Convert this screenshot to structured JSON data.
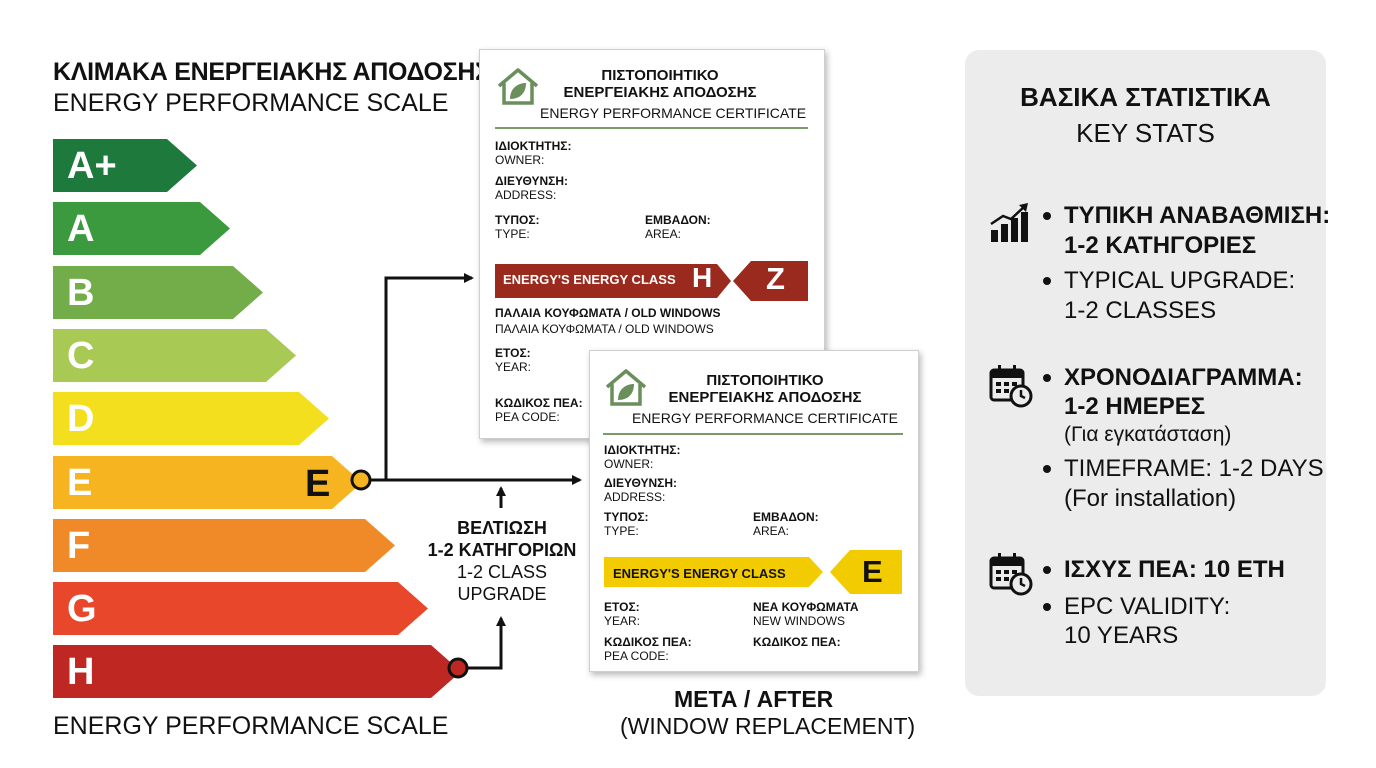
{
  "scale": {
    "title_gr": "ΚΛΙΜΑΚΑ ΕΝΕΡΓΕΙΑΚΗΣ ΑΠΟΔΟΣΗΣ",
    "title_en": "ENERGY PERFORMANCE SCALE",
    "footer_en": "ENERGY PERFORMANCE SCALE",
    "marker_letter": "E",
    "bands": [
      {
        "label": "A+",
        "color": "#1e7a3c"
      },
      {
        "label": "A",
        "color": "#3c9a3e"
      },
      {
        "label": "B",
        "color": "#72ad4a"
      },
      {
        "label": "C",
        "color": "#a8c954"
      },
      {
        "label": "D",
        "color": "#f4df1e"
      },
      {
        "label": "E",
        "color": "#f6b421"
      },
      {
        "label": "F",
        "color": "#f08a28"
      },
      {
        "label": "G",
        "color": "#e8472b"
      },
      {
        "label": "H",
        "color": "#bf2722"
      }
    ]
  },
  "improvement": {
    "line1": "ΒΕΛΤΙΩΣΗ",
    "line2": "1-2 ΚΑΤΗΓΟΡΙΩΝ",
    "line3": "1-2 CLASS",
    "line4": "UPGRADE"
  },
  "cert_before": {
    "title1": "ΠΙΣΤΟΠΟΙΗΤΙΚΟ",
    "title2": "ΕΝΕΡΓΕΙΑΚΗΣ ΑΠΟΔΟΣΗΣ",
    "subtitle": "ENERGY PERFORMANCE CERTIFICATE",
    "owner_gr": "ΙΔΙΟΚΤΗΤΗΣ:",
    "owner_en": "OWNER:",
    "address_gr": "ΔΙΕΥΘΥΝΣΗ:",
    "address_en": "ADDRESS:",
    "type_gr": "ΤΥΠΟΣ:",
    "type_en": "TYPE:",
    "area_gr": "ΕΜΒΑΔΟΝ:",
    "area_en": "AREA:",
    "bar_text": "ENERGY'S ENERGY CLASS",
    "bar_letter": "H",
    "class_letter": "Z",
    "windows_gr": "ΠΑΛΑΙΑ ΚΟΥΦΩΜΑΤΑ / OLD WINDOWS",
    "windows_en": "ΠΑΛΑΙΑ ΚΟΥΦΩΜΑΤΑ / OLD WINDOWS",
    "year_gr": "ΕΤΟΣ:",
    "year_en": "YEAR:",
    "pea_gr": "ΚΩΔΙΚΟΣ ΠΕΑ:",
    "pea_en": "PEA CODE:",
    "bar_color": "#9b2a1e"
  },
  "cert_after": {
    "title1": "ΠΙΣΤΟΠΟΙΗΤΙΚΟ",
    "title2": "ΕΝΕΡΓΕΙΑΚΗΣ ΑΠΟΔΟΣΗΣ",
    "subtitle": "ENERGY PERFORMANCE CERTIFICATE",
    "owner_gr": "ΙΔΙΟΚΤΗΤΗΣ:",
    "owner_en": "OWNER:",
    "address_gr": "ΔΙΕΥΘΥΝΣΗ:",
    "address_en": "ADDRESS:",
    "type_gr": "ΤΥΠΟΣ:",
    "type_en": "TYPE:",
    "area_gr": "ΕΜΒΑΔΟΝ:",
    "area_en": "AREA:",
    "bar_text": "ENERGY'S ENERGY CLASS",
    "class_letter": "E",
    "year_gr": "ΕΤΟΣ:",
    "year_en": "YEAR:",
    "windows_gr": "ΝΕΑ ΚΟΥΦΩΜΑΤΑ",
    "windows_en": "NEW WINDOWS",
    "pea_gr": "ΚΩΔΙΚΟΣ ΠΕΑ:",
    "pea_en": "PEA CODE:",
    "pea2_gr": "ΚΩΔΙΚΟΣ ΠΕΑ:",
    "bar_color": "#f2cc00"
  },
  "after_caption": {
    "title": "ΜΕΤΑ / AFTER",
    "subtitle": "(WINDOW REPLACEMENT)"
  },
  "stats": {
    "title_gr": "ΒΑΣΙΚΑ ΣΤΑΤΙΣΤΙΚΑ",
    "title_en": "KEY STATS",
    "s1_gr_line1": "ΤΥΠΙΚΗ ΑΝΑΒΑΘΜΙΣΗ:",
    "s1_gr_line2": "1-2 ΚΑΤΗΓΟΡΙΕΣ",
    "s1_en_line1": "TYPICAL UPGRADE:",
    "s1_en_line2": "1-2 CLASSES",
    "s2_gr_line1": "ΧΡΟΝΟΔΙΑΓΡΑΜΜΑ:",
    "s2_gr_line2": "1-2 ΗΜΕΡΕΣ",
    "s2_gr_note": "(Για εγκατάσταση)",
    "s2_en_line1": "TIMEFRAME: 1-2 DAYS",
    "s2_en_line2": "(For installation)",
    "s3_gr_line1": "ΙΣΧΥΣ ΠΕΑ: 10 ΕΤΗ",
    "s3_en_line1": "EPC VALIDITY:",
    "s3_en_line2": "10 YEARS"
  }
}
